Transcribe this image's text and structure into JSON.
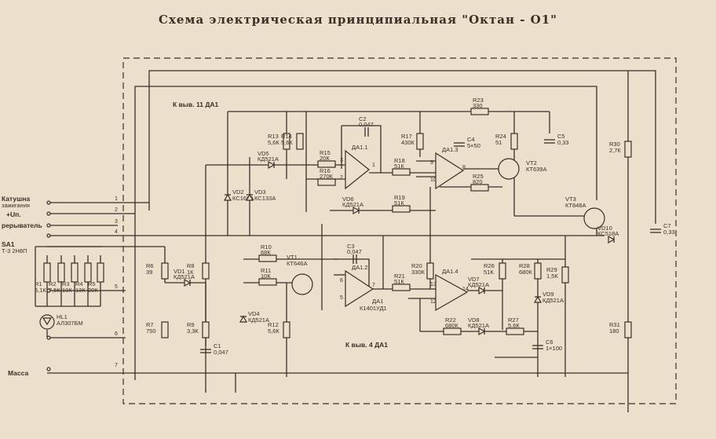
{
  "title": "Схема электрическая принципиальная \"Октан - О1\"",
  "connectors": [
    {
      "label": "Катушна",
      "label2": "зажигания",
      "pin": "1"
    },
    {
      "label": "+Uп.",
      "pin": "2"
    },
    {
      "label": "рерыватель",
      "pin": "3"
    },
    {
      "label": "SA1",
      "label2": "Т-3 2Н8П",
      "pin": "4"
    },
    {
      "label": "",
      "pin": "5"
    },
    {
      "label": "",
      "pin": "6"
    },
    {
      "label": "Масса",
      "pin": "7"
    }
  ],
  "notes": {
    "k11": "К выв. 11 ДА1",
    "k4": "К выв. 4 ДА1",
    "da1": "ДА1",
    "da1_type": "К1401УД1"
  },
  "opamps": [
    {
      "name": "ДА1.1",
      "pins": [
        "3",
        "2",
        "1"
      ]
    },
    {
      "name": "ДА1.3",
      "pins": [
        "9",
        "10",
        "8"
      ]
    },
    {
      "name": "ДА1.2",
      "pins": [
        "6",
        "5",
        "7"
      ]
    },
    {
      "name": "ДА1.4",
      "pins": [
        "13",
        "12",
        "14"
      ]
    }
  ],
  "resistors_v": [
    {
      "name": "R13",
      "value": "5,6К"
    },
    {
      "name": "R14",
      "value": "5,6К"
    },
    {
      "name": "R17",
      "value": "430К"
    },
    {
      "name": "R24",
      "value": "51"
    },
    {
      "name": "R30",
      "value": "2,7К"
    },
    {
      "name": "R6",
      "value": "39"
    },
    {
      "name": "R8",
      "value": "1К"
    },
    {
      "name": "R7",
      "value": "750"
    },
    {
      "name": "R9",
      "value": "3,3К"
    },
    {
      "name": "R12",
      "value": "5,6К"
    },
    {
      "name": "R20",
      "value": "330К"
    },
    {
      "name": "R26",
      "value": "51К"
    },
    {
      "name": "R28",
      "value": "680К"
    },
    {
      "name": "R29",
      "value": "1,5К"
    },
    {
      "name": "R31",
      "value": "180"
    }
  ],
  "resistors_h": [
    {
      "name": "R23",
      "value": "330"
    },
    {
      "name": "R15",
      "value": "20К"
    },
    {
      "name": "R16",
      "value": "270К"
    },
    {
      "name": "R18",
      "value": "51К"
    },
    {
      "name": "R19",
      "value": "51К"
    },
    {
      "name": "R25",
      "value": "820"
    },
    {
      "name": "R10",
      "value": "68К"
    },
    {
      "name": "R11",
      "value": "10К"
    },
    {
      "name": "R21",
      "value": "51К"
    },
    {
      "name": "R22",
      "value": "680К"
    },
    {
      "name": "R27",
      "value": "5,6К"
    }
  ],
  "led_resistors": [
    {
      "name": "R1",
      "value": "5,1К"
    },
    {
      "name": "R2",
      "value": "7,5К"
    },
    {
      "name": "R3",
      "value": "10К"
    },
    {
      "name": "R4",
      "value": "13К"
    },
    {
      "name": "R5",
      "value": "20К"
    }
  ],
  "capacitors": [
    {
      "name": "C2",
      "value": "0,047"
    },
    {
      "name": "C4",
      "value": "5×50"
    },
    {
      "name": "C5",
      "value": "0,33"
    },
    {
      "name": "C7",
      "value": "0,33"
    },
    {
      "name": "C3",
      "value": "0,047"
    },
    {
      "name": "C1",
      "value": "0,047"
    },
    {
      "name": "C6",
      "value": "1×100"
    }
  ],
  "diodes": [
    {
      "name": "VD5",
      "type": "КД521А"
    },
    {
      "name": "VD2",
      "type": "КС168А"
    },
    {
      "name": "VD3",
      "type": "КС133А"
    },
    {
      "name": "VD6",
      "type": "КД521А"
    },
    {
      "name": "VD1",
      "type": "КД521А"
    },
    {
      "name": "VD4",
      "type": "КД521А"
    },
    {
      "name": "VD7",
      "type": "КД521А"
    },
    {
      "name": "VD9",
      "type": "КД521А"
    },
    {
      "name": "VD8",
      "type": "КД521А"
    },
    {
      "name": "VD10",
      "type": "КС518А"
    }
  ],
  "transistors": [
    {
      "name": "VT1",
      "type": "КТ646А"
    },
    {
      "name": "VT2",
      "type": "КТ639А"
    },
    {
      "name": "VT3",
      "type": "КТ848А"
    }
  ],
  "led": {
    "name": "HL1",
    "type": "АЛ307БМ"
  }
}
